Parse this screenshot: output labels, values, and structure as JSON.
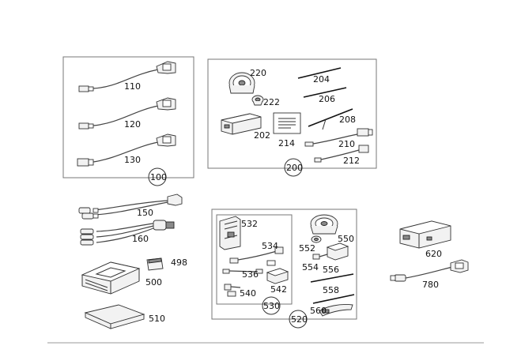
{
  "groups": {
    "g100": "100",
    "g200": "200",
    "g520": "520",
    "g530": "530"
  },
  "parts": {
    "p110": "110",
    "p120": "120",
    "p130": "130",
    "p150": "150",
    "p160": "160",
    "p220": "220",
    "p222": "222",
    "p204": "204",
    "p206": "206",
    "p202": "202",
    "p214": "214",
    "p208": "208",
    "p210": "210",
    "p212": "212",
    "p532": "532",
    "p534": "534",
    "p536": "536",
    "p540": "540",
    "p542": "542",
    "p550": "550",
    "p552": "552",
    "p554": "554",
    "p556": "556",
    "p558": "558",
    "p560": "560",
    "p498": "498",
    "p500": "500",
    "p510": "510",
    "p620": "620",
    "p780": "780"
  }
}
